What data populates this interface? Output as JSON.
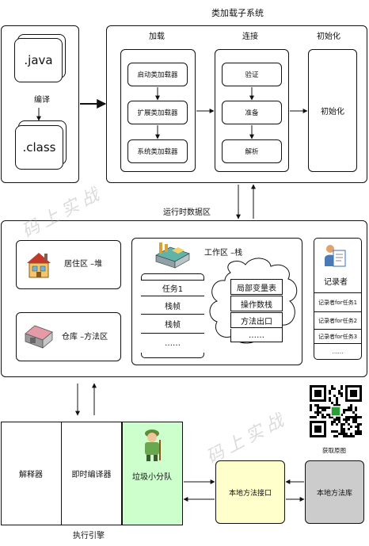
{
  "title": "类加载子系统",
  "compile": {
    "java_label": ".java",
    "compile_label": "编译",
    "class_label": ".class"
  },
  "loading": {
    "title": "加载",
    "bootstrap": "启动类加载器",
    "extension": "扩展类加载器",
    "system": "系统类加载器"
  },
  "linking": {
    "title": "连接",
    "verify": "验证",
    "prepare": "准备",
    "resolve": "解析"
  },
  "init": {
    "title": "初始化",
    "label": "初始化"
  },
  "runtime": {
    "title": "运行时数据区",
    "heap": "居住区 –堆",
    "method_area": "仓库 –方法区",
    "stack_title": "工作区 –栈",
    "task_col": [
      "任务1",
      "栈帧",
      "栈帧",
      "……"
    ],
    "frame_col": [
      "局部变量表",
      "操作数栈",
      "方法出口",
      "……"
    ],
    "recorder_title": "记录者",
    "recorder_items": [
      "记录者for任务1",
      "记录者for任务2",
      "记录者for任务3",
      "……"
    ]
  },
  "engine": {
    "label": "执行引擎",
    "interpreter": "解释器",
    "jit": "即时编译器",
    "gc": "垃圾小分队",
    "gc_color": "#ccffcc"
  },
  "native": {
    "interface": "本地方法接口",
    "interface_color": "#ffffcc",
    "library": "本地方法库",
    "library_color": "#cccccc"
  },
  "qr_caption": "获取原图",
  "watermark": "码上实战",
  "icons": {
    "heap": "house-icon",
    "method_area": "warehouse-icon",
    "stack": "factory-icon",
    "recorder": "clipboard-person-icon",
    "gc": "worker-icon",
    "qr": "qr-code-icon"
  }
}
